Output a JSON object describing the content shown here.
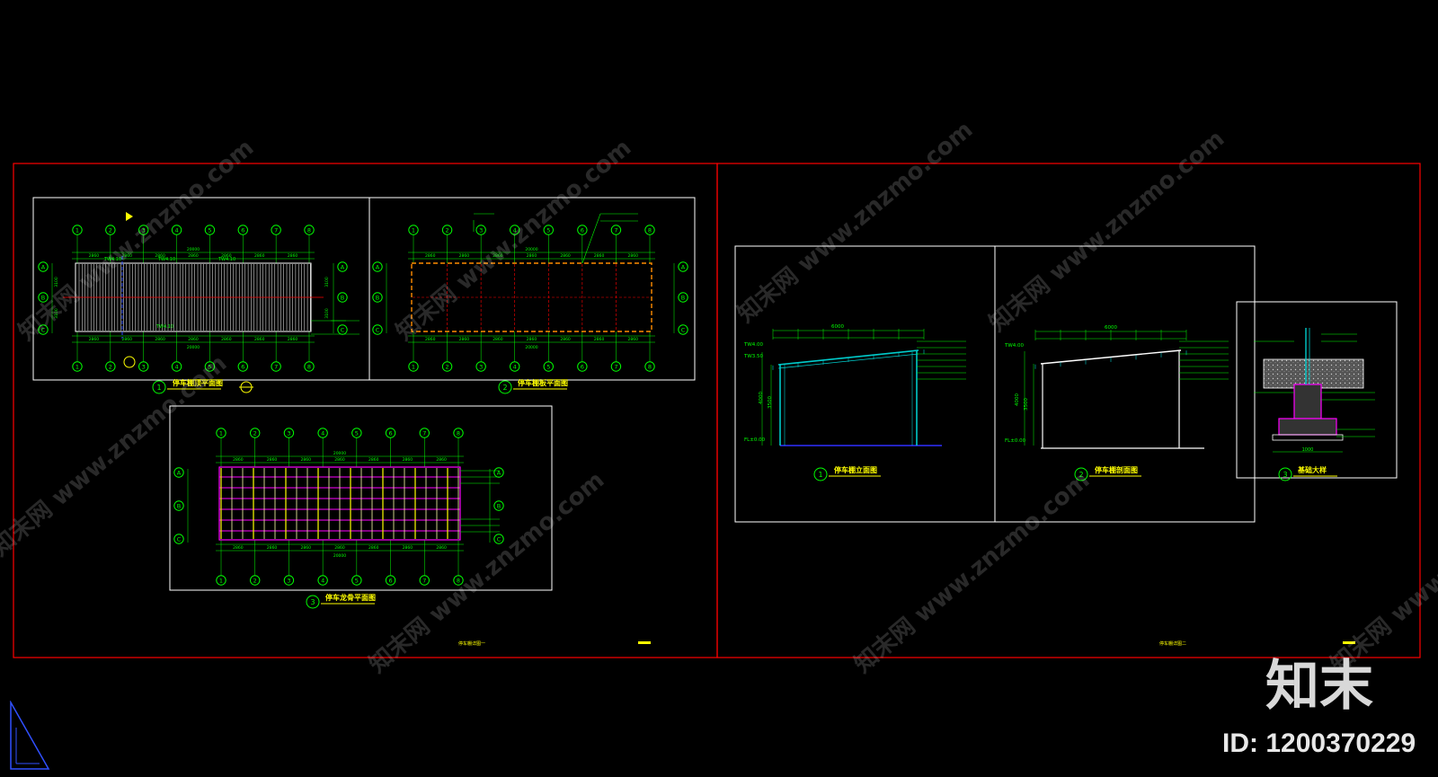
{
  "document": {
    "sheets": [
      {
        "sheet_label": "停车棚详图一",
        "views": [
          {
            "number": "1",
            "title": "停车棚顶平面图",
            "grid_columns": [
              "1",
              "2",
              "3",
              "4",
              "5",
              "6",
              "7",
              "8"
            ],
            "grid_rows": [
              "A",
              "B",
              "C"
            ],
            "overall_dim": "20000",
            "bay_dims": [
              "2860",
              "2860",
              "2860",
              "2860",
              "2860",
              "2860",
              "2860"
            ],
            "row_dims": [
              "3100",
              "3100"
            ],
            "labels": [
              "TW4.10",
              "TW4.10",
              "TW4.10",
              "TW4.10"
            ]
          },
          {
            "number": "2",
            "title": "停车棚板平面图",
            "grid_columns": [
              "1",
              "2",
              "3",
              "4",
              "5",
              "6",
              "7",
              "8"
            ],
            "grid_rows": [
              "A",
              "B",
              "C"
            ],
            "overall_dim": "20000",
            "bay_dims": [
              "2860",
              "2860",
              "2860",
              "2860",
              "2860",
              "2860",
              "2860"
            ]
          },
          {
            "number": "3",
            "title": "停车龙骨平面图",
            "grid_columns": [
              "1",
              "2",
              "3",
              "4",
              "5",
              "6",
              "7",
              "8"
            ],
            "grid_rows": [
              "A",
              "B",
              "C"
            ],
            "overall_dim": "20000",
            "bay_dims": [
              "2860",
              "2860",
              "2860",
              "2860",
              "2860",
              "2860",
              "2860"
            ]
          }
        ]
      },
      {
        "sheet_label": "停车棚详图二",
        "views": [
          {
            "number": "1",
            "title": "停车棚立面图",
            "overall_dim": "6000",
            "level_labels": [
              "TW4.00",
              "TW3.50",
              "FL±0.00"
            ],
            "height_dims": [
              "4000",
              "3500"
            ]
          },
          {
            "number": "2",
            "title": "停车棚剖面图",
            "overall_dim": "6000",
            "level_labels": [
              "TW4.00",
              "FL±0.00"
            ],
            "height_dims": [
              "4000",
              "3500"
            ]
          },
          {
            "number": "3",
            "title": "基础大样",
            "dims": [
              "1000"
            ]
          }
        ]
      }
    ]
  },
  "watermark": {
    "repeated_text": "知末网 www.znzmo.com",
    "logo_text": "知末",
    "id_text": "ID: 1200370229"
  },
  "colors": {
    "background": "#000000",
    "frame": "#ff0000",
    "view_border": "#ffffff",
    "grid_bubble": "#00ff00",
    "dimension": "#00ff00",
    "title": "#ffff00",
    "roof_stripe": "#ffffff",
    "centerline": "#ff0000",
    "dashed_outline": "#ff8c00",
    "purlin": "#ff00ff",
    "joist": "#ffff00",
    "column": "#00cccc",
    "foundation": "#ff00ff",
    "ground": "#3030ff"
  }
}
